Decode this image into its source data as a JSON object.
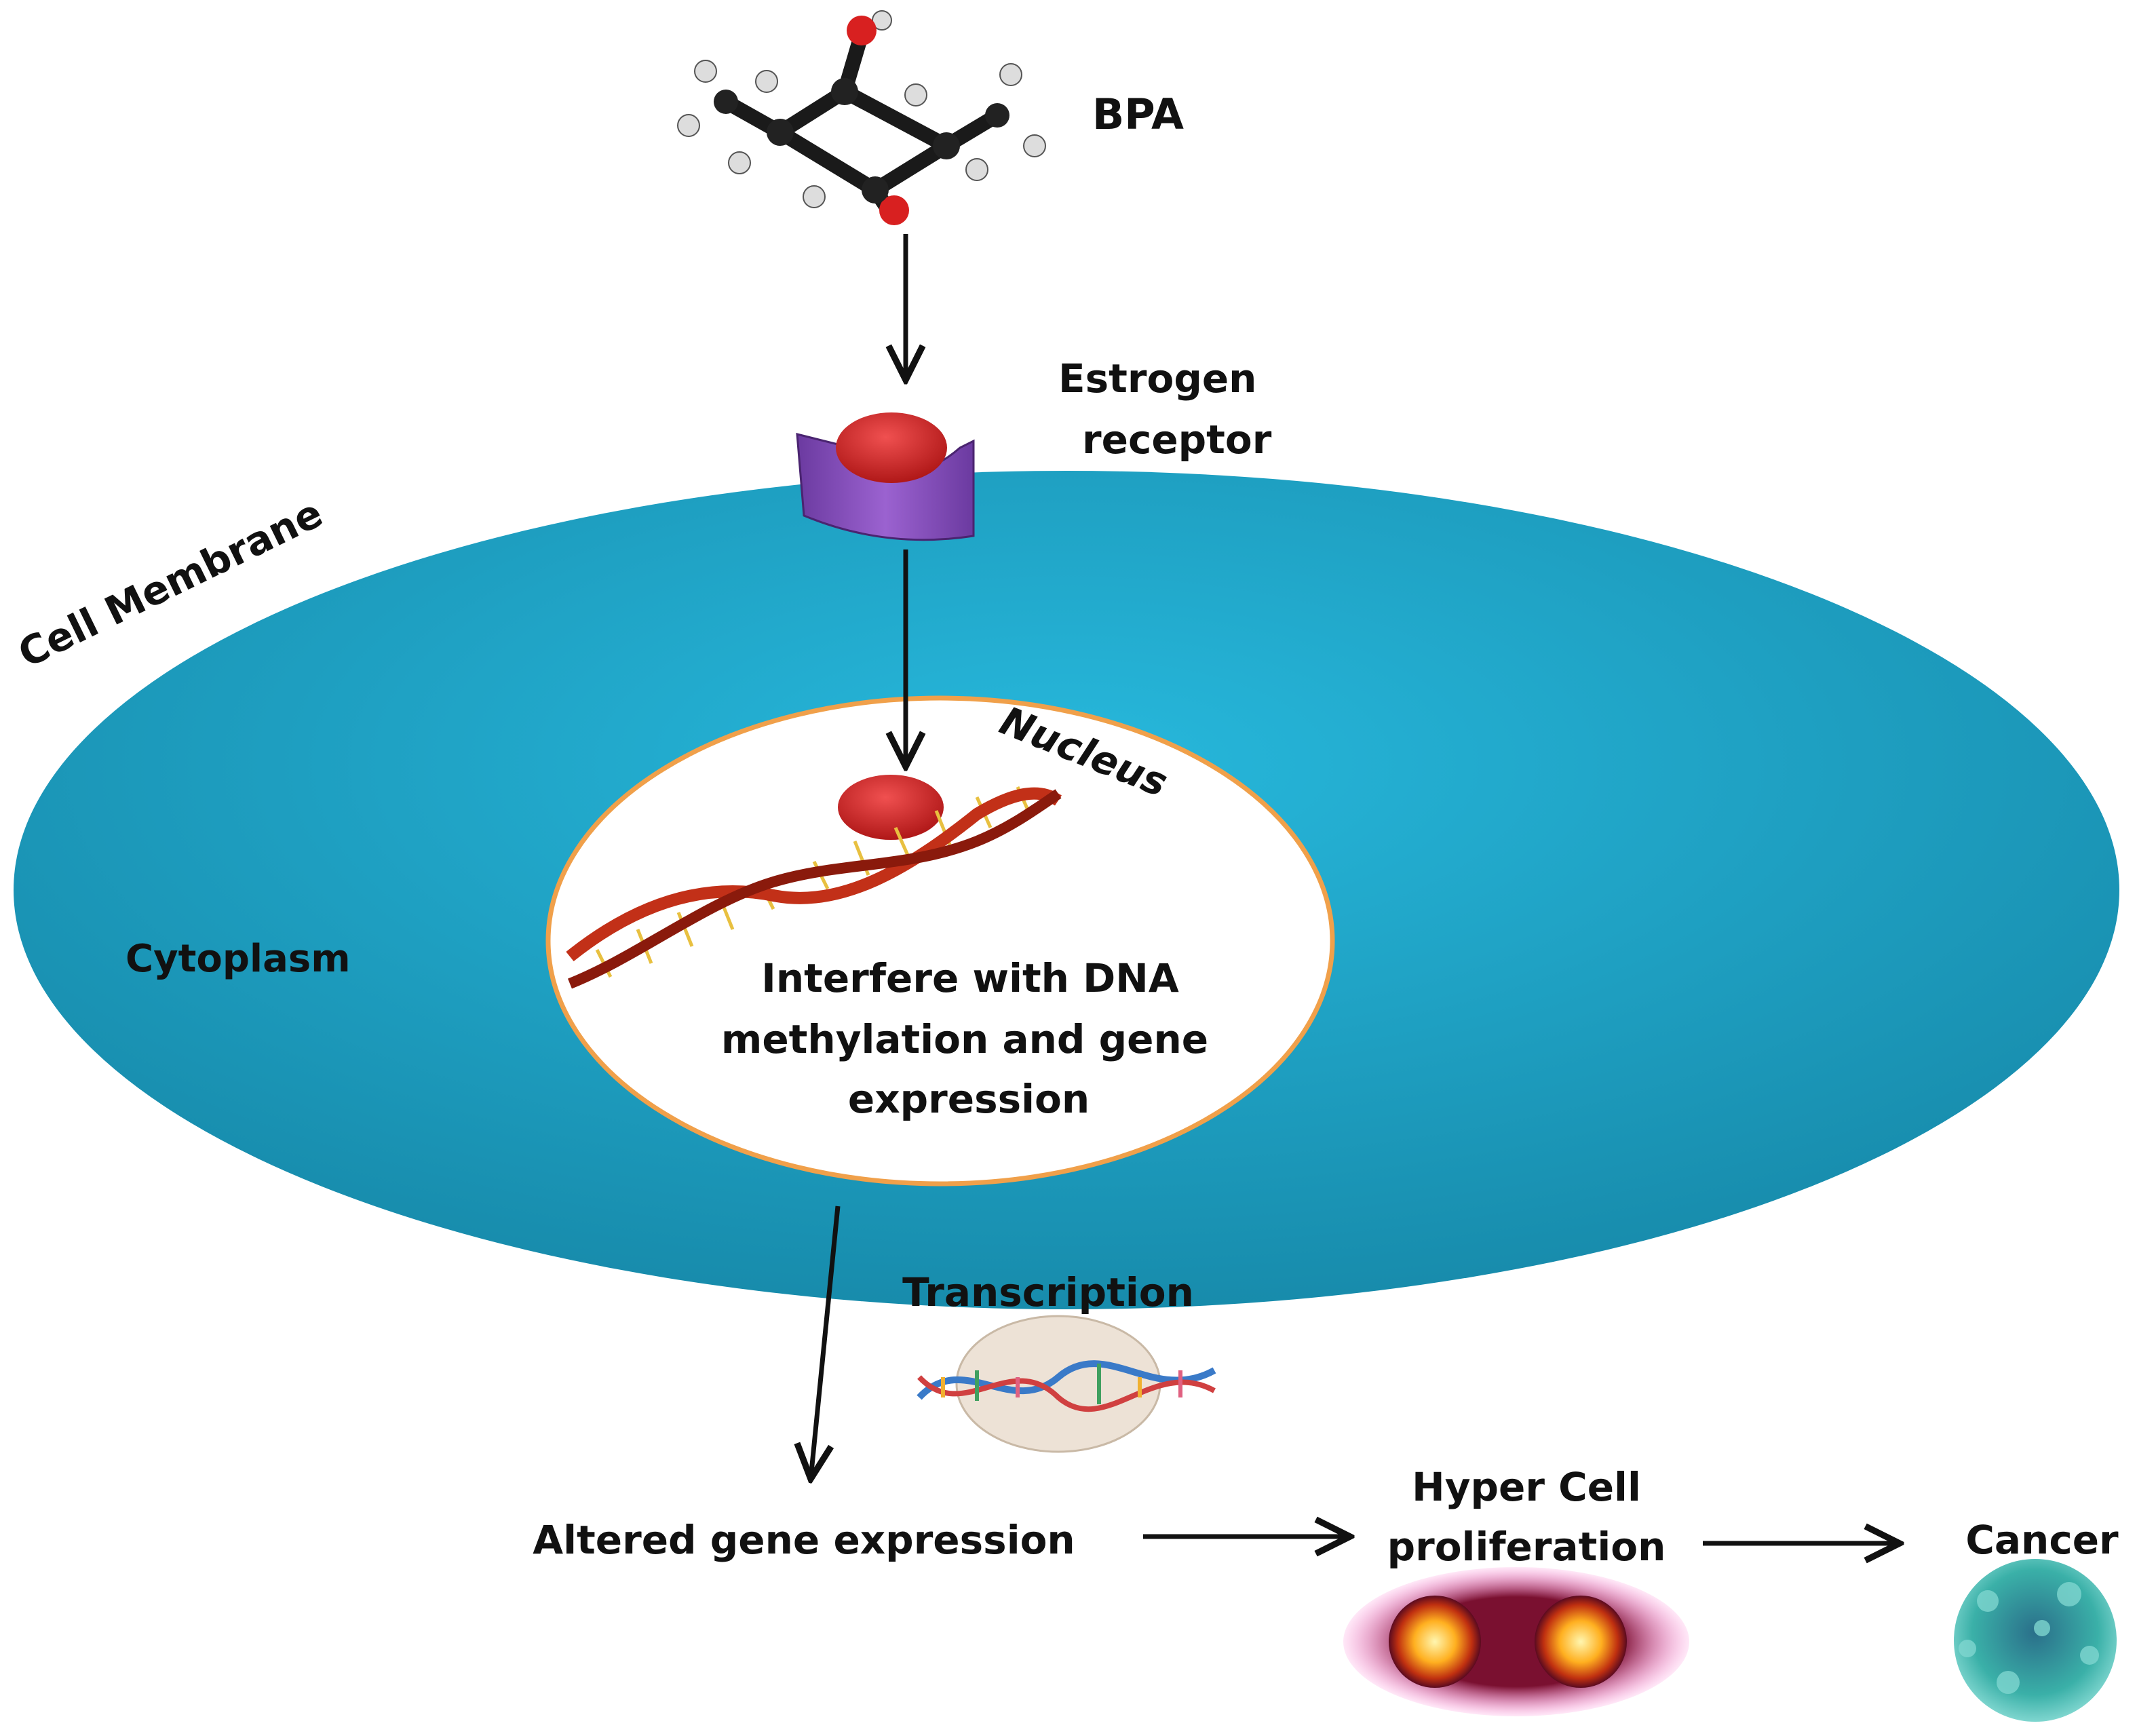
{
  "labels": {
    "bpa": "BPA",
    "estrogen_receptor_line1": "Estrogen",
    "estrogen_receptor_line2": "receptor",
    "cell_membrane": "Cell Membrane",
    "nucleus": "Nucleus",
    "cytoplasm": "Cytoplasm",
    "dna_effect_line1": "Interfere with DNA",
    "dna_effect_line2": "methylation and gene",
    "dna_effect_line3": "expression",
    "transcription": "Transcription",
    "altered_gene_expression": "Altered gene expression",
    "hyper_cell_line1": "Hyper Cell",
    "hyper_cell_line2": "proliferation",
    "cancer": "Cancer"
  },
  "colors": {
    "cell": "#1fa6c9",
    "cell_dark": "#178db0",
    "nucleus_fill": "#ffffff",
    "nucleus_border": "#f0a04a",
    "receptor": "#8a4fc0",
    "ligand": "#d42a2a",
    "arrow": "#111111",
    "dna": "#c23018",
    "cancer_cell": "#3aa6a0",
    "proliferation_glow": "#ffb020"
  },
  "icons": {
    "bpa_molecule": "molecule-icon",
    "receptor": "receptor-icon",
    "dna": "dna-helix-icon",
    "transcription": "transcription-icon",
    "proliferation": "dividing-cell-icon",
    "cancer": "cancer-cell-icon"
  }
}
